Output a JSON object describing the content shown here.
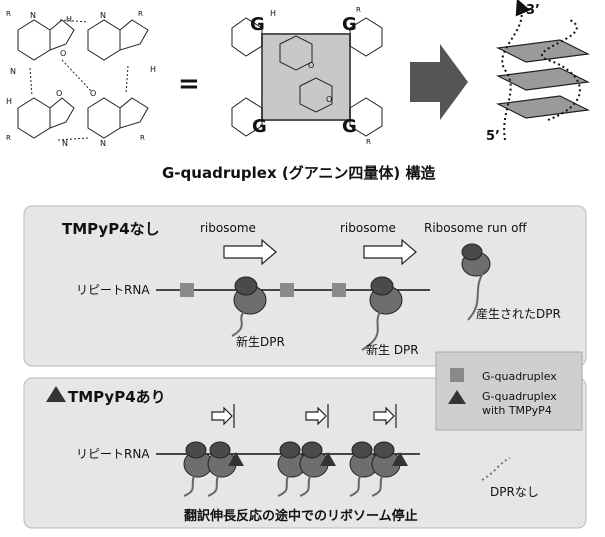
{
  "top": {
    "atom_n": "N",
    "atom_h": "H",
    "atom_o": "O",
    "atom_r": "R",
    "equals": "=",
    "g_letter": "G",
    "prime3": "3’",
    "prime5": "5’",
    "caption": "G-quadruplex (グアニン四量体) 構造"
  },
  "panel1": {
    "title": "TMPyP4なし",
    "ribosome_1": "ribosome",
    "ribosome_2": "ribosome",
    "runoff": "Ribosome run off",
    "repeat_rna": "リピートRNA",
    "nascent_1": "新生DPR",
    "nascent_2": "新生 DPR",
    "produced": "産生されたDPR"
  },
  "legend": {
    "item_1": "G-quadruplex",
    "item_2a": "G-quadruplex",
    "item_2b": "with TMPyP4"
  },
  "panel2": {
    "title": "TMPyP4あり",
    "repeat_rna": "リピートRNA",
    "no_dpr": "DPRなし",
    "stall": "翻訳伸長反応の途中でのリボソーム停止"
  },
  "colors": {
    "panel_bg": "#e6e6e6",
    "legend_bg": "#cfcfcf",
    "ribosome_dark": "#4a4a4a",
    "ribosome_light": "#6e6e6e",
    "quadruplex_square": "#8a8a8a",
    "arrow_fill": "#555555"
  }
}
